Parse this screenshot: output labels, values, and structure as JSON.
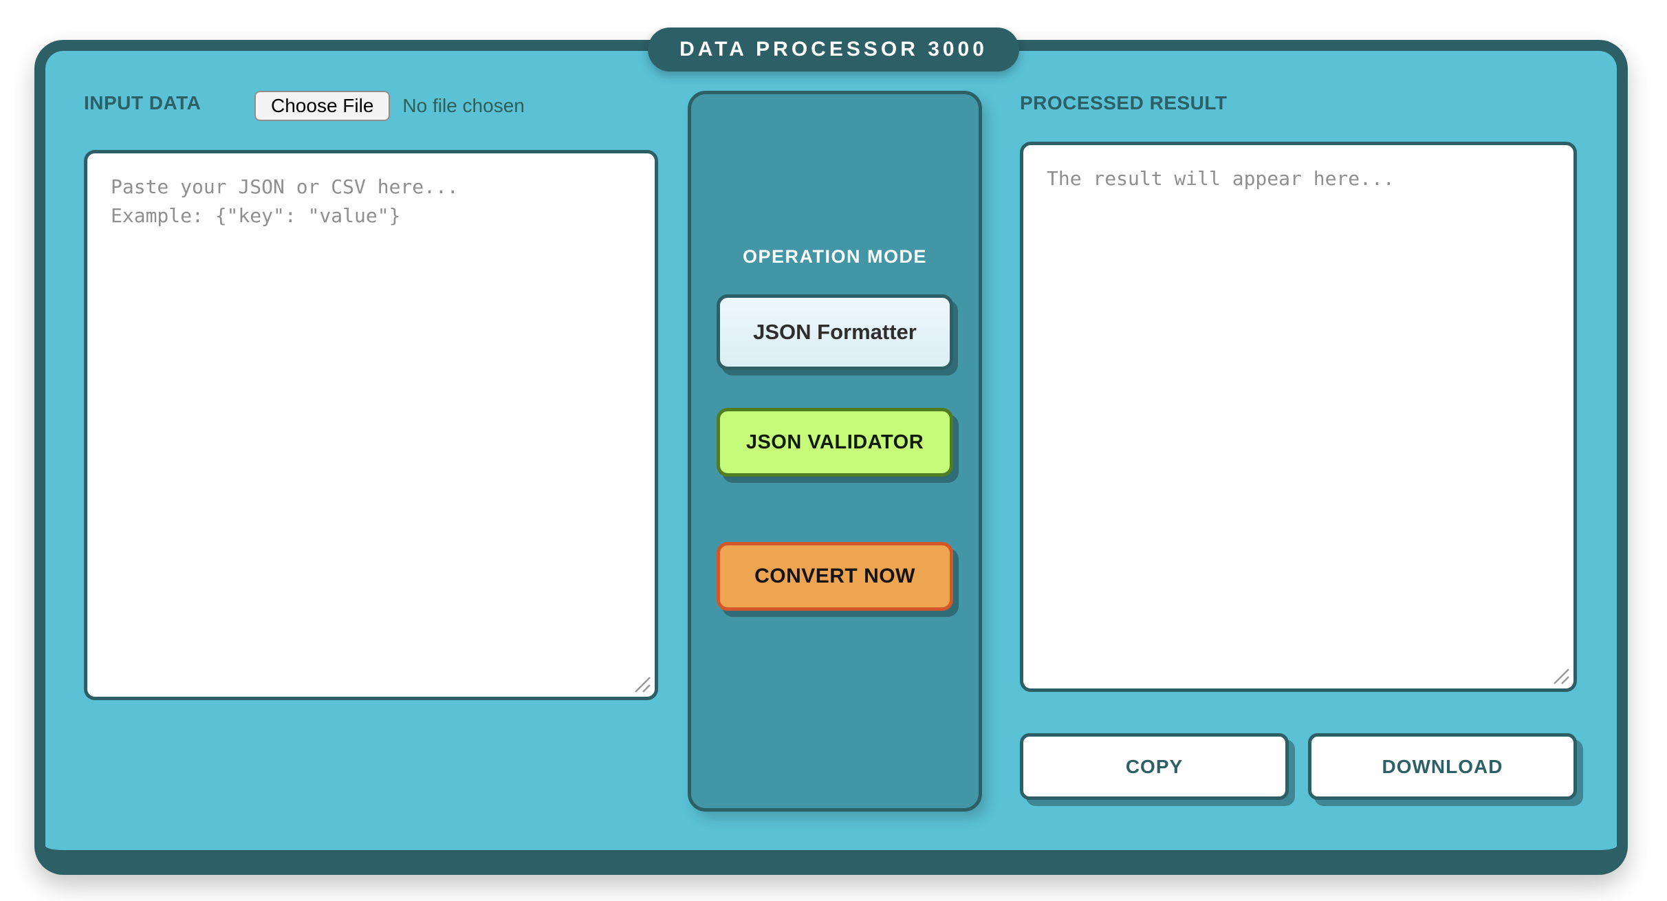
{
  "app": {
    "title": "DATA PROCESSOR 3000"
  },
  "input_section": {
    "label": "INPUT DATA",
    "file_button_label": "Choose File",
    "file_status": "No file chosen",
    "placeholder": "Paste your JSON or CSV here...\nExample: {\"key\": \"value\"}"
  },
  "operation_panel": {
    "label": "OPERATION MODE",
    "buttons": [
      {
        "id": "json-formatter",
        "label": "JSON Formatter",
        "background": "#E3F2F8",
        "border": "#2D5F66"
      },
      {
        "id": "json-validator",
        "label": "JSON VALIDATOR",
        "background": "#C6FB79",
        "border": "#4E7D24"
      },
      {
        "id": "convert-now",
        "label": "CONVERT NOW",
        "background": "#EEA552",
        "border": "#D4572A"
      }
    ]
  },
  "result_section": {
    "label": "PROCESSED RESULT",
    "placeholder": "The result will appear here...",
    "buttons": [
      {
        "id": "copy",
        "label": "COPY"
      },
      {
        "id": "download",
        "label": "DOWNLOAD"
      }
    ]
  },
  "colors": {
    "frame_border": "#2D5F66",
    "frame_background": "#5BC2D6",
    "panel_background": "#4396A5",
    "title_text": "#FFFFFF",
    "label_text": "#2D5F66",
    "placeholder_text": "#8F8F8F"
  }
}
